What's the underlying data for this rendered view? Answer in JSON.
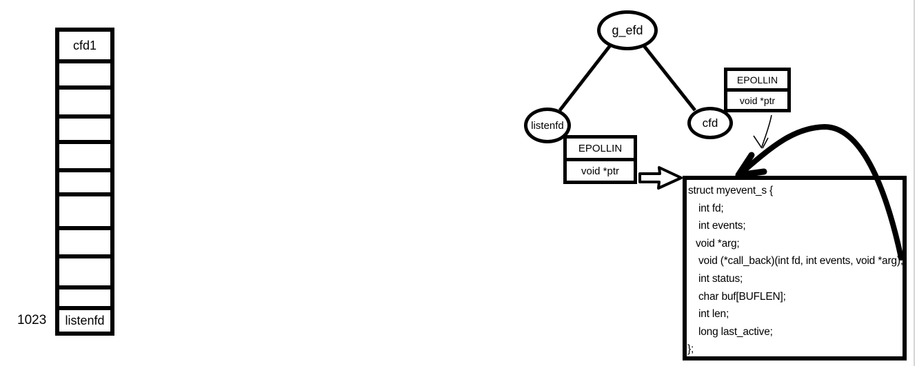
{
  "fd_array": {
    "index_label": "1023",
    "cells": [
      "cfd1",
      "",
      "",
      "",
      "",
      "",
      "",
      "",
      "",
      "",
      "listenfd"
    ]
  },
  "tree": {
    "root_label": "g_efd",
    "left_node_label": "listenfd",
    "right_node_label": "cfd"
  },
  "listenfd_event_table": {
    "rows": [
      "EPOLLIN",
      "void *ptr"
    ]
  },
  "cfd_event_table": {
    "rows": [
      "EPOLLIN",
      "void *ptr"
    ]
  },
  "struct_box": {
    "lines": [
      "struct myevent_s {",
      "int fd;",
      "int events;",
      "void *arg;",
      "void (*call_back)(int fd, int events, void *arg);",
      "int status;",
      "char buf[BUFLEN];",
      "int len;",
      "long last_active;",
      "};"
    ]
  },
  "colors": {
    "ink": "#000000",
    "background": "#ffffff",
    "window_edge": "#d4d4d4"
  }
}
